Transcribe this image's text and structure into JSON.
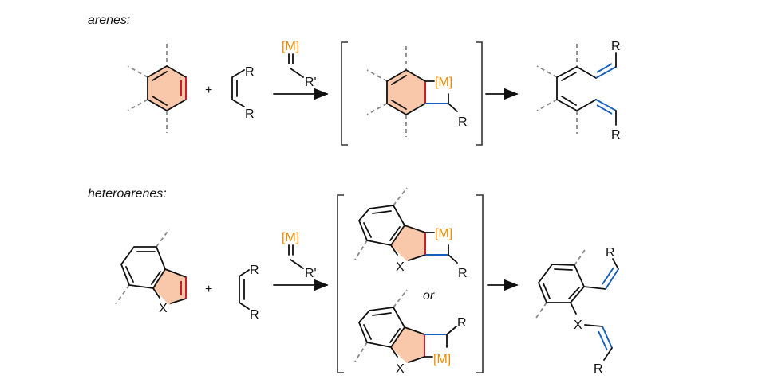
{
  "sections": {
    "arenes": {
      "heading": "arenes:"
    },
    "heteroarenes": {
      "heading": "heteroarenes:"
    }
  },
  "labels": {
    "plus": "+",
    "metal": "[M]",
    "R": "R",
    "R_prime": "R'",
    "X": "X",
    "or": "or"
  },
  "colors": {
    "metal": "#f08c00",
    "ring_fill": "#f9c8aa",
    "broken_bond": "#c8151f",
    "new_bond": "#1560bd"
  }
}
